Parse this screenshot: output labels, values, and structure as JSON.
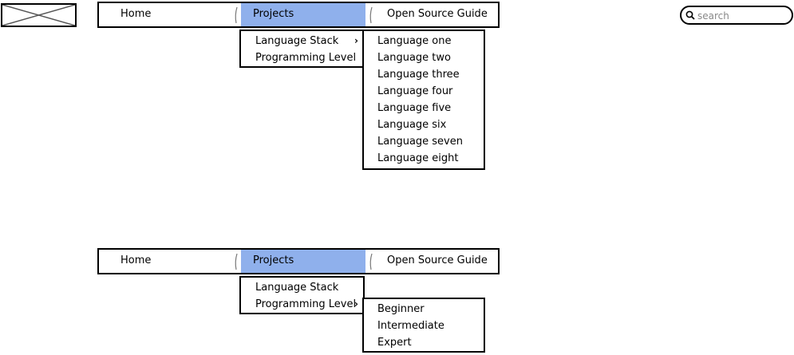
{
  "logo": {
    "icon": "image-placeholder-icon"
  },
  "search": {
    "placeholder": "search",
    "value": "",
    "icon": "search-icon"
  },
  "navbar_top": {
    "items": [
      "Home",
      "Projects",
      "Open Source Guide"
    ],
    "active": "Projects",
    "accent_color": "#8fb0ec"
  },
  "dropdown_top": {
    "items": [
      {
        "label": "Language Stack",
        "has_submenu": true,
        "arrow": "›"
      },
      {
        "label": "Programming Level",
        "has_submenu": false
      }
    ],
    "submenu": [
      "Language one",
      "Language two",
      "Language three",
      "Language four",
      "Language five",
      "Language six",
      "Language seven",
      "Language eight"
    ]
  },
  "navbar_bottom": {
    "items": [
      "Home",
      "Projects",
      "Open Source Guide"
    ],
    "active": "Projects"
  },
  "dropdown_bottom": {
    "items": [
      {
        "label": "Language Stack",
        "has_submenu": false
      },
      {
        "label": "Programming Level",
        "has_submenu": true,
        "arrow": "›"
      }
    ],
    "submenu": [
      "Beginner",
      "Intermediate",
      "Expert"
    ]
  }
}
